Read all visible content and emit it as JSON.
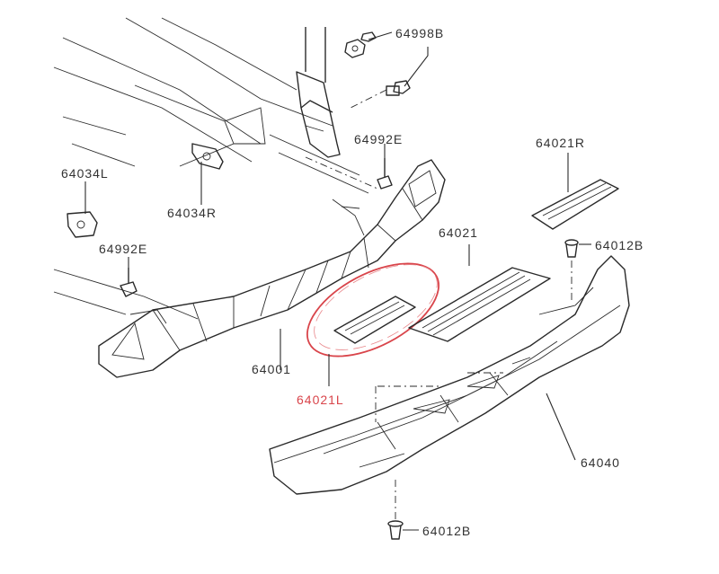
{
  "diagram": {
    "highlight_color": "#d9454b",
    "line_color": "#2a2a2a",
    "labels": {
      "p64998B": "64998B",
      "p64992E_top": "64992E",
      "p64034L": "64034L",
      "p64034R": "64034R",
      "p64992E_left": "64992E",
      "p64021R": "64021R",
      "p64021": "64021",
      "p64012B_top": "64012B",
      "p64001": "64001",
      "p64021L": "64021L",
      "p64040": "64040",
      "p64012B_bottom": "64012B"
    }
  }
}
